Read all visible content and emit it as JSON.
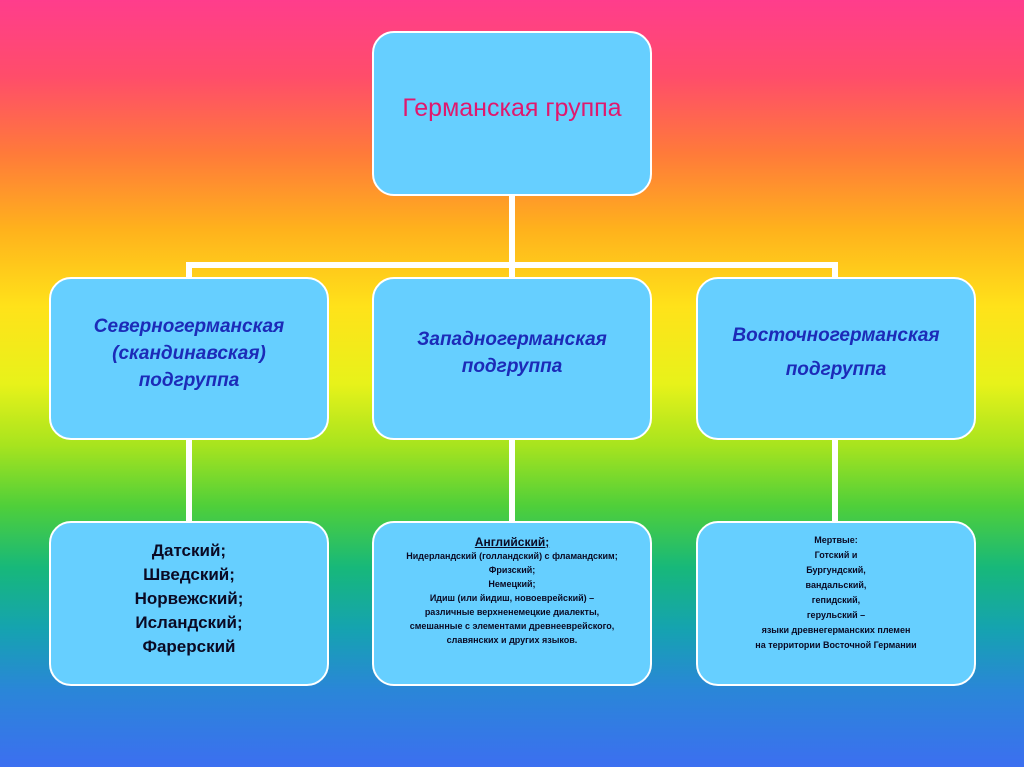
{
  "root": {
    "title": "Германская группа"
  },
  "subgroups": [
    {
      "lines": [
        "Северногерманская",
        "(скандинавская)",
        "подгруппа"
      ]
    },
    {
      "lines": [
        "Западногерманская",
        "подгруппа"
      ]
    },
    {
      "lines": [
        "Восточногерманская",
        "подгруппа"
      ]
    }
  ],
  "languages": {
    "north": [
      "Датский;",
      "Шведский;",
      "Норвежский;",
      "Исландский;",
      "Фарерский"
    ],
    "west": {
      "header": "Английский;",
      "lines": [
        "Нидерландский (голландский) с фламандским;",
        "Фризский;",
        "Немецкий;",
        "Идиш (или йидиш, новоеврейский) –",
        "различные верхненемецкие диалекты,",
        "смешанные с элементами древнееврейского,",
        "славянских и других языков."
      ]
    },
    "east": [
      "Мертвые:",
      "Готский и",
      "Бургундский,",
      "вандальский,",
      "гепидский,",
      "герульский –",
      "языки древнегерманских племен",
      "на территории Восточной Германии"
    ]
  }
}
